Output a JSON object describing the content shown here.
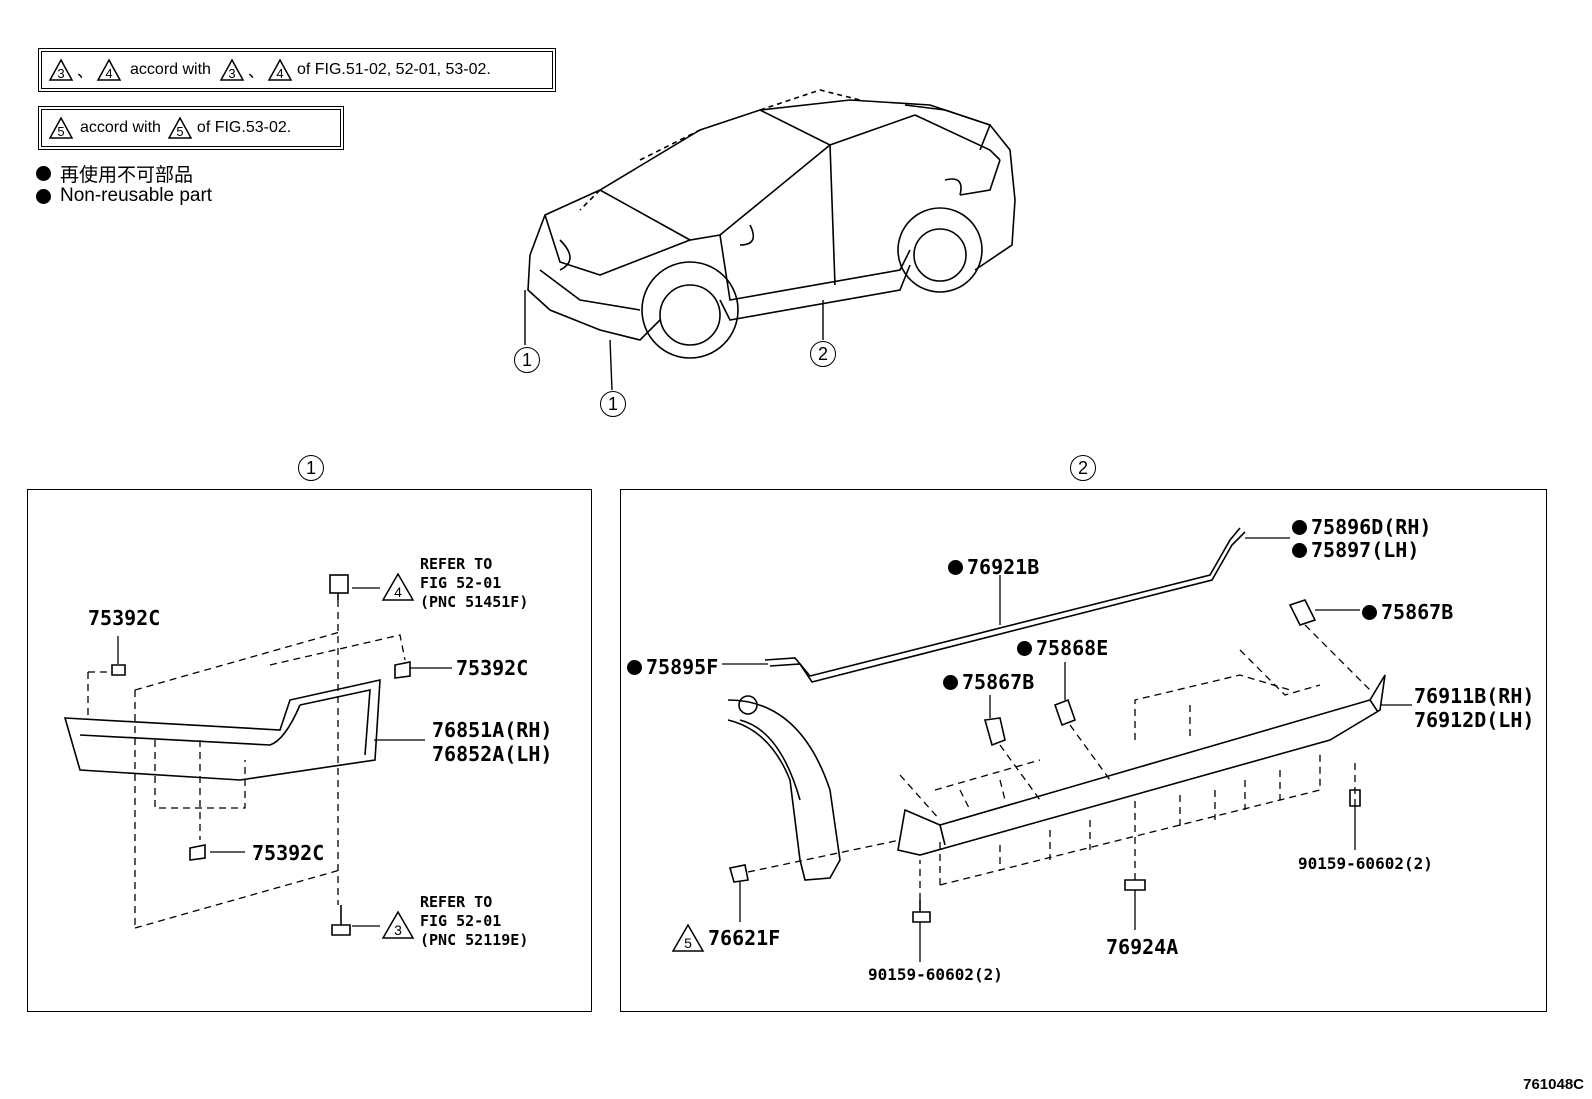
{
  "notes": [
    {
      "tri_a": "3",
      "tri_b": "4",
      "text_a": "accord with",
      "tri_c": "3",
      "tri_d": "4",
      "text_b": "of FIG.51-02, 52-01, 53-02."
    },
    {
      "tri_a": "5",
      "text_a": "accord with",
      "tri_c": "5",
      "text_b": "of FIG.53-02."
    }
  ],
  "legend": {
    "jp": "再使用不可部品",
    "en": "Non-reusable part"
  },
  "overview_callouts": {
    "front_left": "1",
    "front_bottom": "1",
    "side": "2"
  },
  "panel1": {
    "title": "1",
    "labels": {
      "p75392c_top": "75392C",
      "p75392c_right": "75392C",
      "p75392c_bottom": "75392C",
      "p76851a": "76851A(RH)",
      "p76852a": "76852A(LH)"
    },
    "ref_top": {
      "tri": "4",
      "text": "REFER TO\nFIG 52-01\n(PNC 51451F)"
    },
    "ref_bottom": {
      "tri": "3",
      "text": "REFER TO\nFIG 52-01\n(PNC 52119E)"
    }
  },
  "panel2": {
    "title": "2",
    "labels": {
      "p75896d": "75896D(RH)",
      "p75897": "75897(LH)",
      "p76921b": "76921B",
      "p75867b_right": "75867B",
      "p75868e": "75868E",
      "p75867b_left": "75867B",
      "p75895f": "75895F",
      "p76911b": "76911B(RH)",
      "p76912d": "76912D(LH)",
      "p76621f": "76621F",
      "p76621f_tri": "5",
      "p90159_right": "90159-60602(2)",
      "p90159_left": "90159-60602(2)",
      "p76924a": "76924A"
    }
  },
  "figure_code": "761048C"
}
